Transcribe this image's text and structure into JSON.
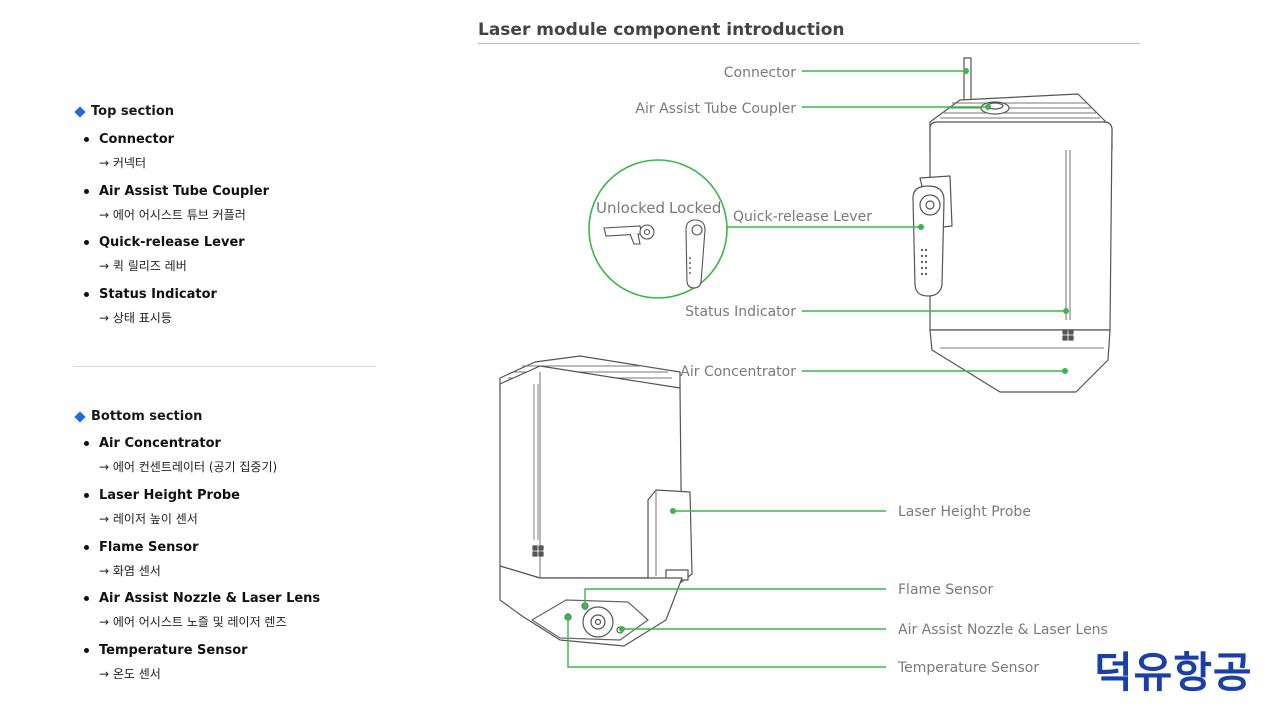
{
  "top_section": {
    "heading": "Top section",
    "items": [
      {
        "title": "Connector",
        "sub": "→ 커넥터"
      },
      {
        "title": "Air Assist Tube Coupler",
        "sub": "→ 에어 어시스트 튜브 커플러"
      },
      {
        "title": "Quick-release Lever",
        "sub": "→ 퀵 릴리즈 레버"
      },
      {
        "title": "Status Indicator",
        "sub": "→ 상태 표시등"
      }
    ]
  },
  "bottom_section": {
    "heading": "Bottom section",
    "items": [
      {
        "title": "Air Concentrator",
        "sub": "→ 에어 컨센트레이터 (공기 집중기)"
      },
      {
        "title": "Laser Height Probe",
        "sub": "→ 레이저 높이 센서"
      },
      {
        "title": "Flame Sensor",
        "sub": "→ 화염 센서"
      },
      {
        "title": "Air Assist Nozzle & Laser Lens",
        "sub": "→ 에어 어시스트 노즐 및 레이저 렌즈"
      },
      {
        "title": "Temperature Sensor",
        "sub": "→ 온도 센서"
      }
    ]
  },
  "diagram": {
    "title": "Laser module component introduction",
    "labels": {
      "connector": "Connector",
      "air_assist_tube_coupler": "Air Assist Tube Coupler",
      "quick_release_lever": "Quick-release Lever",
      "status_indicator": "Status Indicator",
      "air_concentrator": "Air Concentrator",
      "laser_height_probe": "Laser Height Probe",
      "flame_sensor": "Flame Sensor",
      "air_assist_nozzle": "Air Assist Nozzle & Laser Lens",
      "temperature_sensor": "Temperature Sensor",
      "unlocked": "Unlocked",
      "locked": "Locked"
    },
    "leader_color": "#3cb54a"
  },
  "logo": "덕유항공"
}
